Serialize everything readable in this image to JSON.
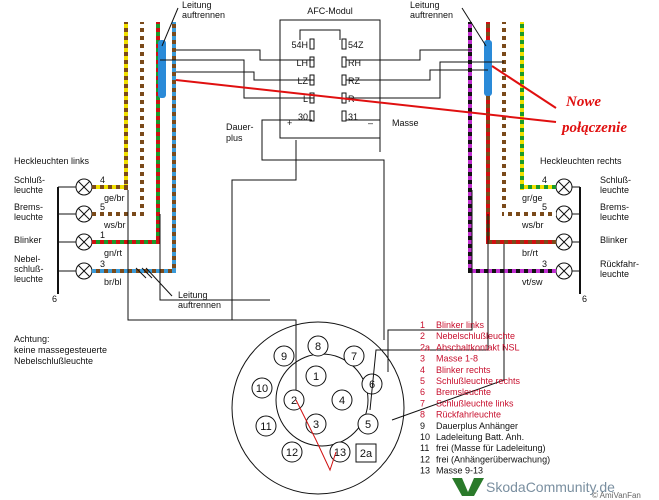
{
  "module": {
    "title": "AFC-Modul",
    "pins_left": [
      "54H",
      "LH",
      "LZ",
      "L",
      "30"
    ],
    "pins_right": [
      "54Z",
      "RH",
      "RZ",
      "R",
      "31"
    ],
    "plus_sign": "+",
    "minus_sign": "–",
    "dauerplus": "Dauer-\nplus",
    "masse": "Masse"
  },
  "cut_labels": {
    "left": "Leitung\nauftrennen",
    "right": "Leitung\nauftrennen",
    "bottom": "Leitung\nauftrennen"
  },
  "annotation": {
    "text_line1": "Nowe",
    "text_line2": "połączenie",
    "color": "#e01010"
  },
  "left_lights": {
    "heading": "Heckleuchten links",
    "items": [
      {
        "name": "Schluß-\nleuchte",
        "num": "4",
        "wire": "ge/br"
      },
      {
        "name": "Brems-\nleuchte",
        "num": "5",
        "wire": "ws/br"
      },
      {
        "name": "Blinker",
        "num": "1",
        "wire": "gn/rt"
      },
      {
        "name": "Nebel-\nschluß-\nleuchte",
        "num": "3",
        "wire": "br/bl"
      }
    ],
    "ground": "6"
  },
  "right_lights": {
    "heading": "Heckleuchten rechts",
    "items": [
      {
        "name": "Schluß-\nleuchte",
        "num": "4",
        "wire": "gr/ge"
      },
      {
        "name": "Brems-\nleuchte",
        "num": "5",
        "wire": "ws/br"
      },
      {
        "name": "Blinker",
        "num": "",
        "wire": "br/rt"
      },
      {
        "name": "Rückfahr-\nleuchte",
        "num": "3",
        "wire": "vt/sw"
      }
    ],
    "ground": "6"
  },
  "note": {
    "line1": "Achtung:",
    "line2": "keine massegesteuerte",
    "line3": "Nebelschlußleuchte"
  },
  "socket": {
    "pins": [
      "1",
      "2",
      "3",
      "4",
      "5",
      "6",
      "7",
      "8",
      "9",
      "10",
      "11",
      "12",
      "13"
    ],
    "pin_2a": "2a"
  },
  "legend": [
    {
      "num": "1",
      "text": "Blinker links",
      "red": true
    },
    {
      "num": "2",
      "text": "Nebelschlußleuchte",
      "red": true
    },
    {
      "num": "2a",
      "text": "Abschaltkontakt NSL",
      "red": true
    },
    {
      "num": "3",
      "text": "Masse 1-8",
      "red": true
    },
    {
      "num": "4",
      "text": "Blinker rechts",
      "red": true
    },
    {
      "num": "5",
      "text": "Schlußleuchte rechts",
      "red": true
    },
    {
      "num": "6",
      "text": "Bremsleuchte",
      "red": true
    },
    {
      "num": "7",
      "text": "Schlußleuchte links",
      "red": true
    },
    {
      "num": "8",
      "text": "Rückfahrleuchte",
      "red": true
    },
    {
      "num": "9",
      "text": "Dauerplus Anhänger",
      "red": false
    },
    {
      "num": "10",
      "text": "Ladeleitung Batt. Anh.",
      "red": false
    },
    {
      "num": "11",
      "text": "frei (Masse für Ladeleitung)",
      "red": false
    },
    {
      "num": "12",
      "text": "frei (Anhängerüberwachung)",
      "red": false
    },
    {
      "num": "13",
      "text": "Masse 9-13",
      "red": false
    }
  ],
  "watermark": {
    "site": "SkodaCommunity.de",
    "copyright": "© AmiVanFan"
  },
  "colors": {
    "yellow": "#f2e000",
    "brown": "#7a4a1a",
    "white": "#ffffff",
    "green": "#1a9a2a",
    "red": "#d01010",
    "blue": "#3a9ad8",
    "violet": "#c030d0",
    "black": "#111111",
    "grey": "#8a8a8a"
  }
}
